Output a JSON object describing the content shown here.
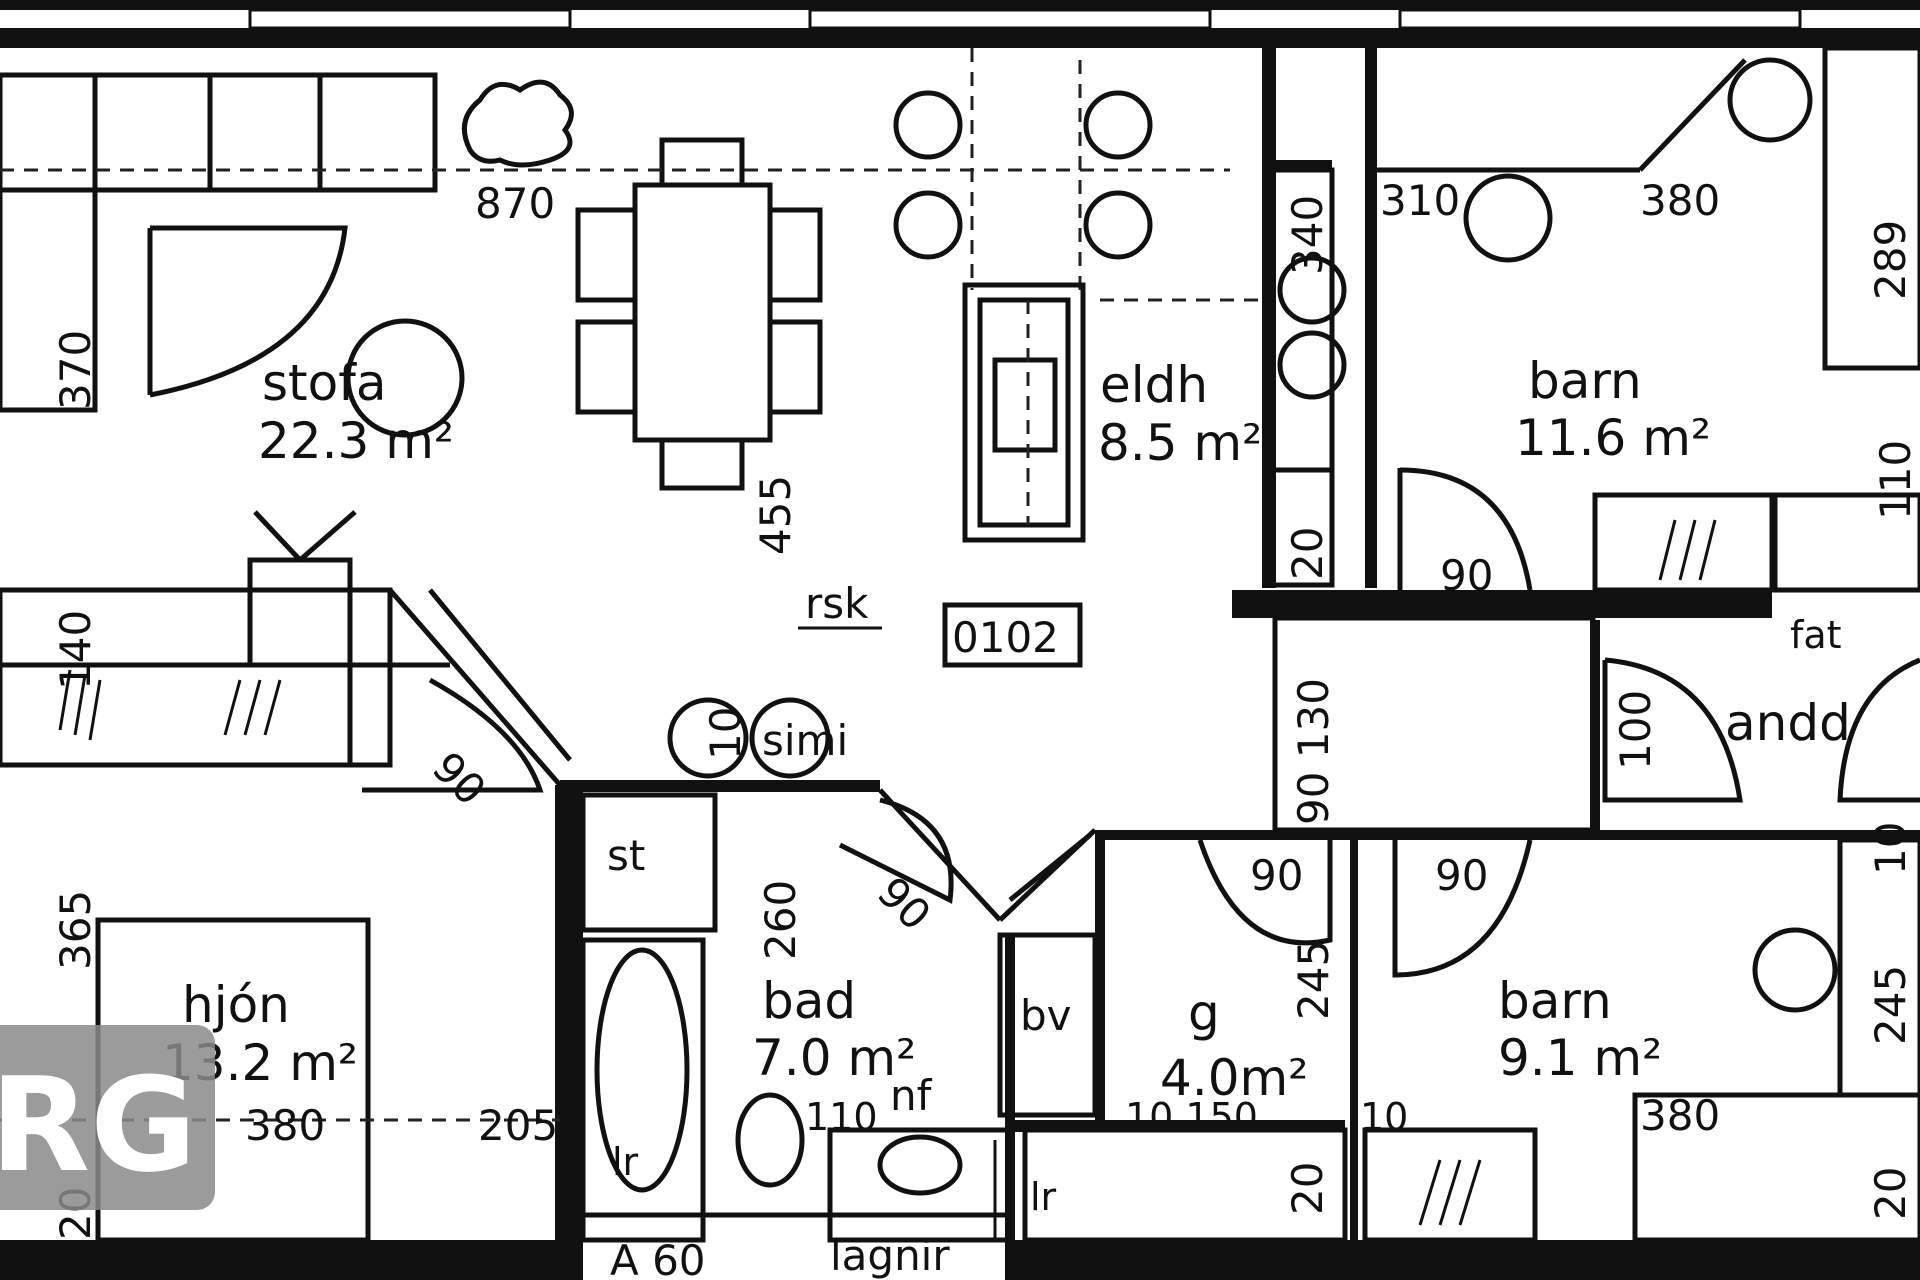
{
  "rooms": {
    "stofa": {
      "name": "stofa",
      "area": "22.3 m²"
    },
    "eldh": {
      "name": "eldh",
      "area": "8.5 m²"
    },
    "barn_top": {
      "name": "barn",
      "area": "11.6 m²"
    },
    "hjon": {
      "name": "hjón",
      "area": "13.2 m²"
    },
    "bad": {
      "name": "bad",
      "area": "7.0 m²"
    },
    "g": {
      "name": "g",
      "area": "4.0m²"
    },
    "barn_bottom": {
      "name": "barn",
      "area": "9.1 m²"
    },
    "andd": {
      "name": "andd"
    }
  },
  "codes": {
    "room_id": "0102",
    "rsk": "rsk",
    "simi": "simi",
    "st": "st",
    "bv": "bv",
    "nf": "nf",
    "lagnir": "lagnir",
    "a60": "A 60",
    "fat": "fat",
    "lr_left": "lr",
    "lr_right": "lr"
  },
  "dimensions": {
    "d870": "870",
    "d370": "370",
    "d455": "455",
    "d310_top": "310",
    "d380_top": "380",
    "d289": "289",
    "d340": "340",
    "d20_mid": "20",
    "d90_barn": "90",
    "d110_right": "110",
    "d90_stofa": "90",
    "d140": "140",
    "d90_130": "90 130",
    "d100": "100",
    "d90_g": "90",
    "d90_barn2": "90",
    "d365": "365",
    "d380_hjon": "380",
    "d205": "205",
    "d260": "260",
    "d10_bad": "10",
    "d110_bad": "110",
    "d245_g": "245",
    "d10_150": "10   150",
    "d10_barn": "10",
    "d380_bot": "380",
    "d245_r": "245",
    "d20_bot": "20",
    "d20_r": "20",
    "d10_right": "10",
    "d20_left": "20",
    "d90_bad": "90",
    "d10_simi": "10"
  },
  "watermark": "RG"
}
